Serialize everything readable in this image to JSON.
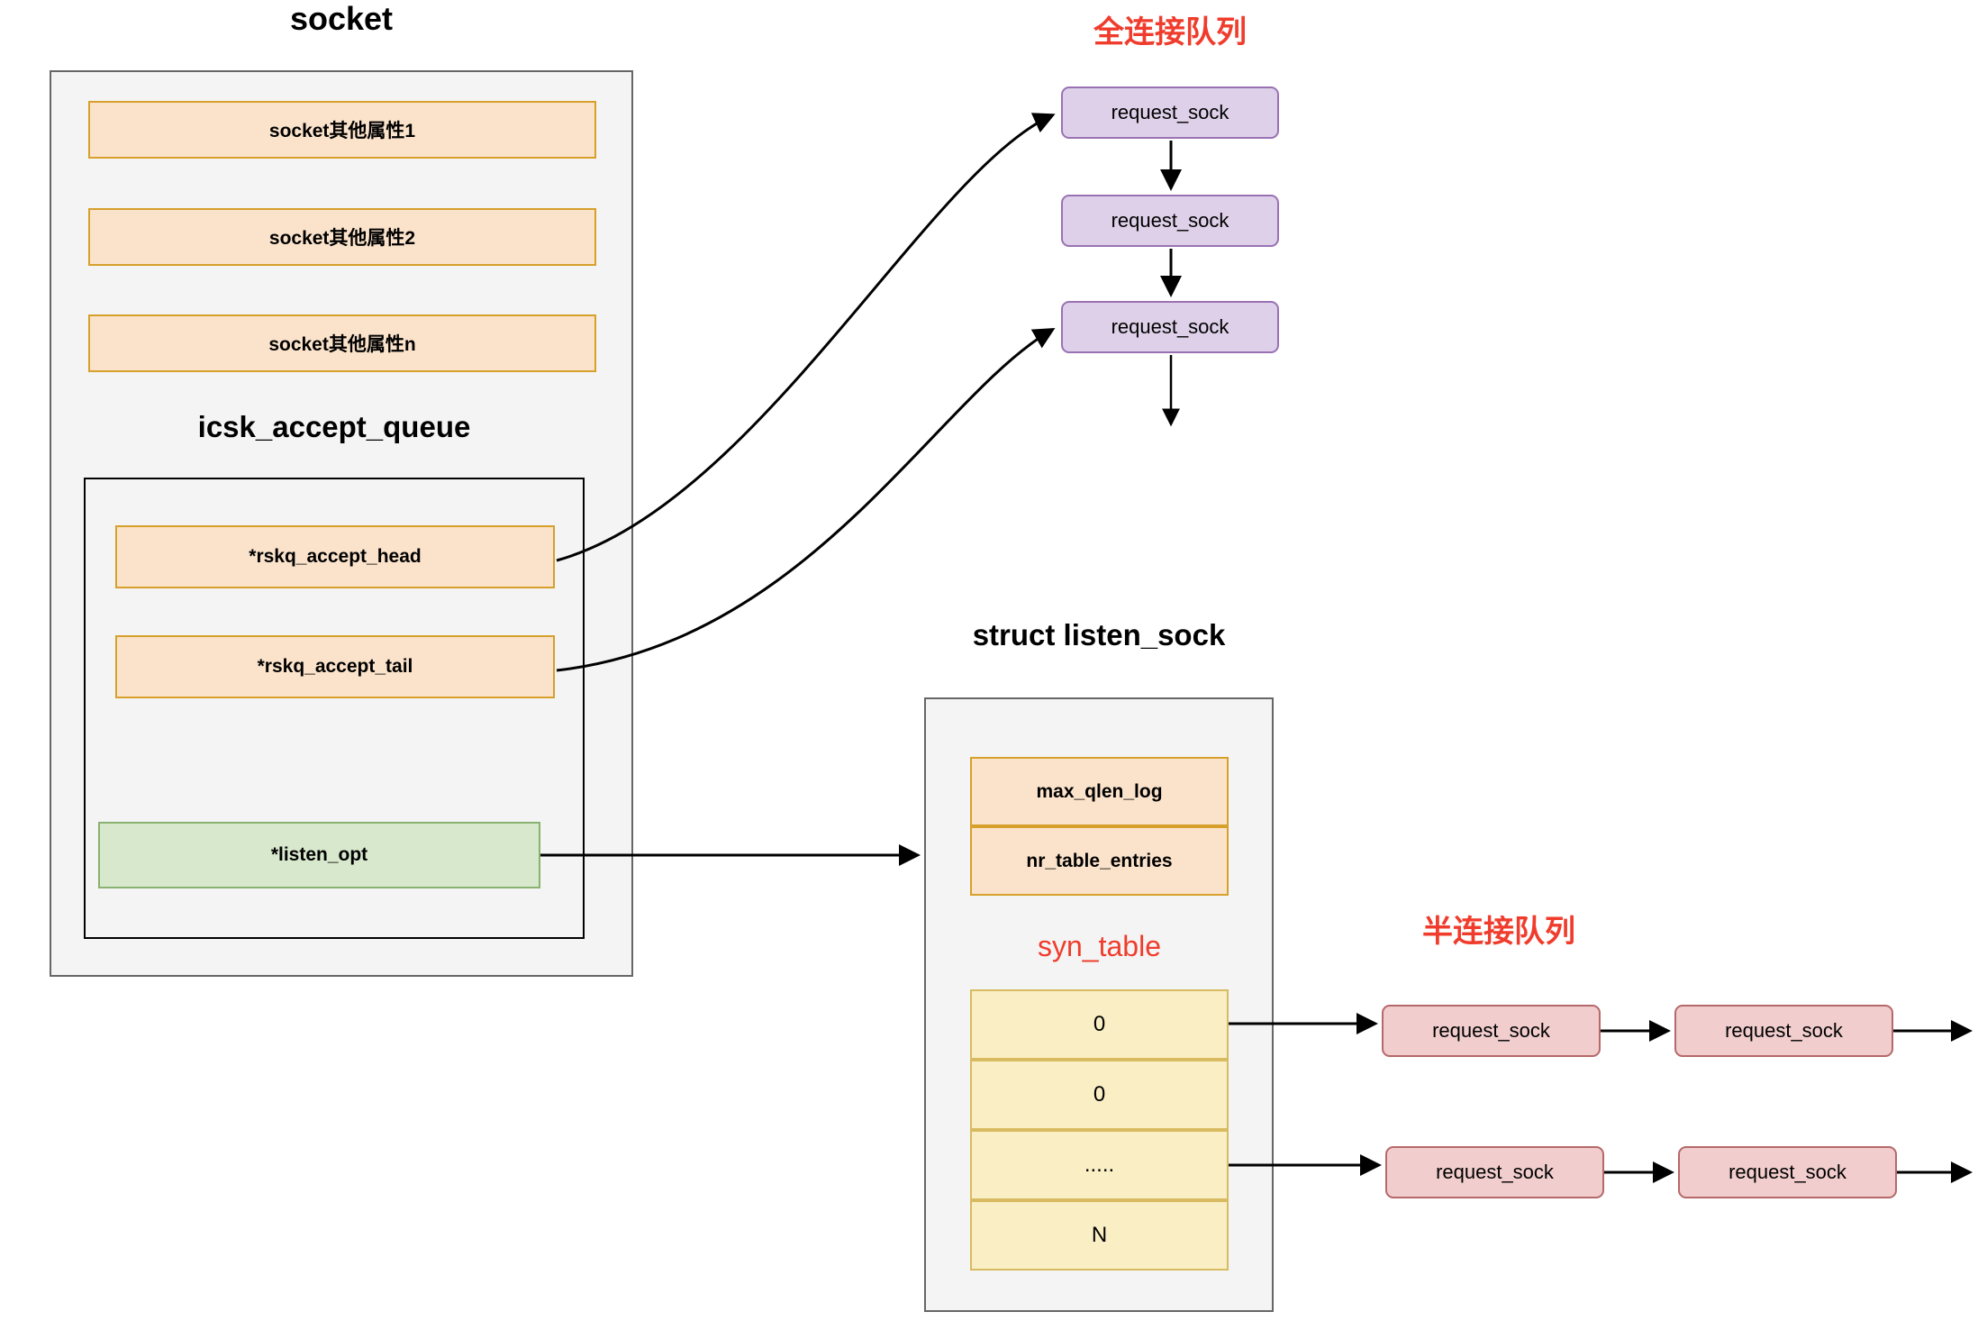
{
  "diagram": {
    "titles": {
      "socket": "socket",
      "icsk_accept_queue": "icsk_accept_queue",
      "accept_queue_cn": "全连接队列",
      "listen_sock": "struct listen_sock",
      "syn_queue_cn": "半连接队列",
      "syn_table": "syn_table"
    },
    "socket_fields": [
      {
        "label": "socket其他属性1"
      },
      {
        "label": "socket其他属性2"
      },
      {
        "label": "socket其他属性n"
      }
    ],
    "accept_queue_fields": [
      {
        "label": "*rskq_accept_head"
      },
      {
        "label": "*rskq_accept_tail"
      },
      {
        "label": "*listen_opt"
      }
    ],
    "accept_queue_nodes": [
      {
        "label": "request_sock"
      },
      {
        "label": "request_sock"
      },
      {
        "label": "request_sock"
      }
    ],
    "listen_sock_fields": [
      {
        "label": "max_qlen_log"
      },
      {
        "label": "nr_table_entries"
      }
    ],
    "syn_table_cells": [
      {
        "label": "0"
      },
      {
        "label": "0"
      },
      {
        "label": "....."
      },
      {
        "label": "N"
      }
    ],
    "syn_queue_rows": [
      {
        "nodes": [
          {
            "label": "request_sock"
          },
          {
            "label": "request_sock"
          }
        ]
      },
      {
        "nodes": [
          {
            "label": "request_sock"
          },
          {
            "label": "request_sock"
          }
        ]
      }
    ],
    "colors": {
      "accent_red": "#f03c2c",
      "field_fill": "#fbe3cb",
      "field_stroke": "#d6a02a",
      "green_fill": "#d8e8cd",
      "green_stroke": "#89b271",
      "purple_fill": "#ddd0e8",
      "purple_stroke": "#9a72b4",
      "pink_fill": "#f1cdcd",
      "pink_stroke": "#b5696a",
      "yellow_fill": "#faeec4",
      "yellow_stroke": "#d8bb61",
      "panel_fill": "#f4f4f4",
      "panel_stroke": "#666666"
    }
  }
}
